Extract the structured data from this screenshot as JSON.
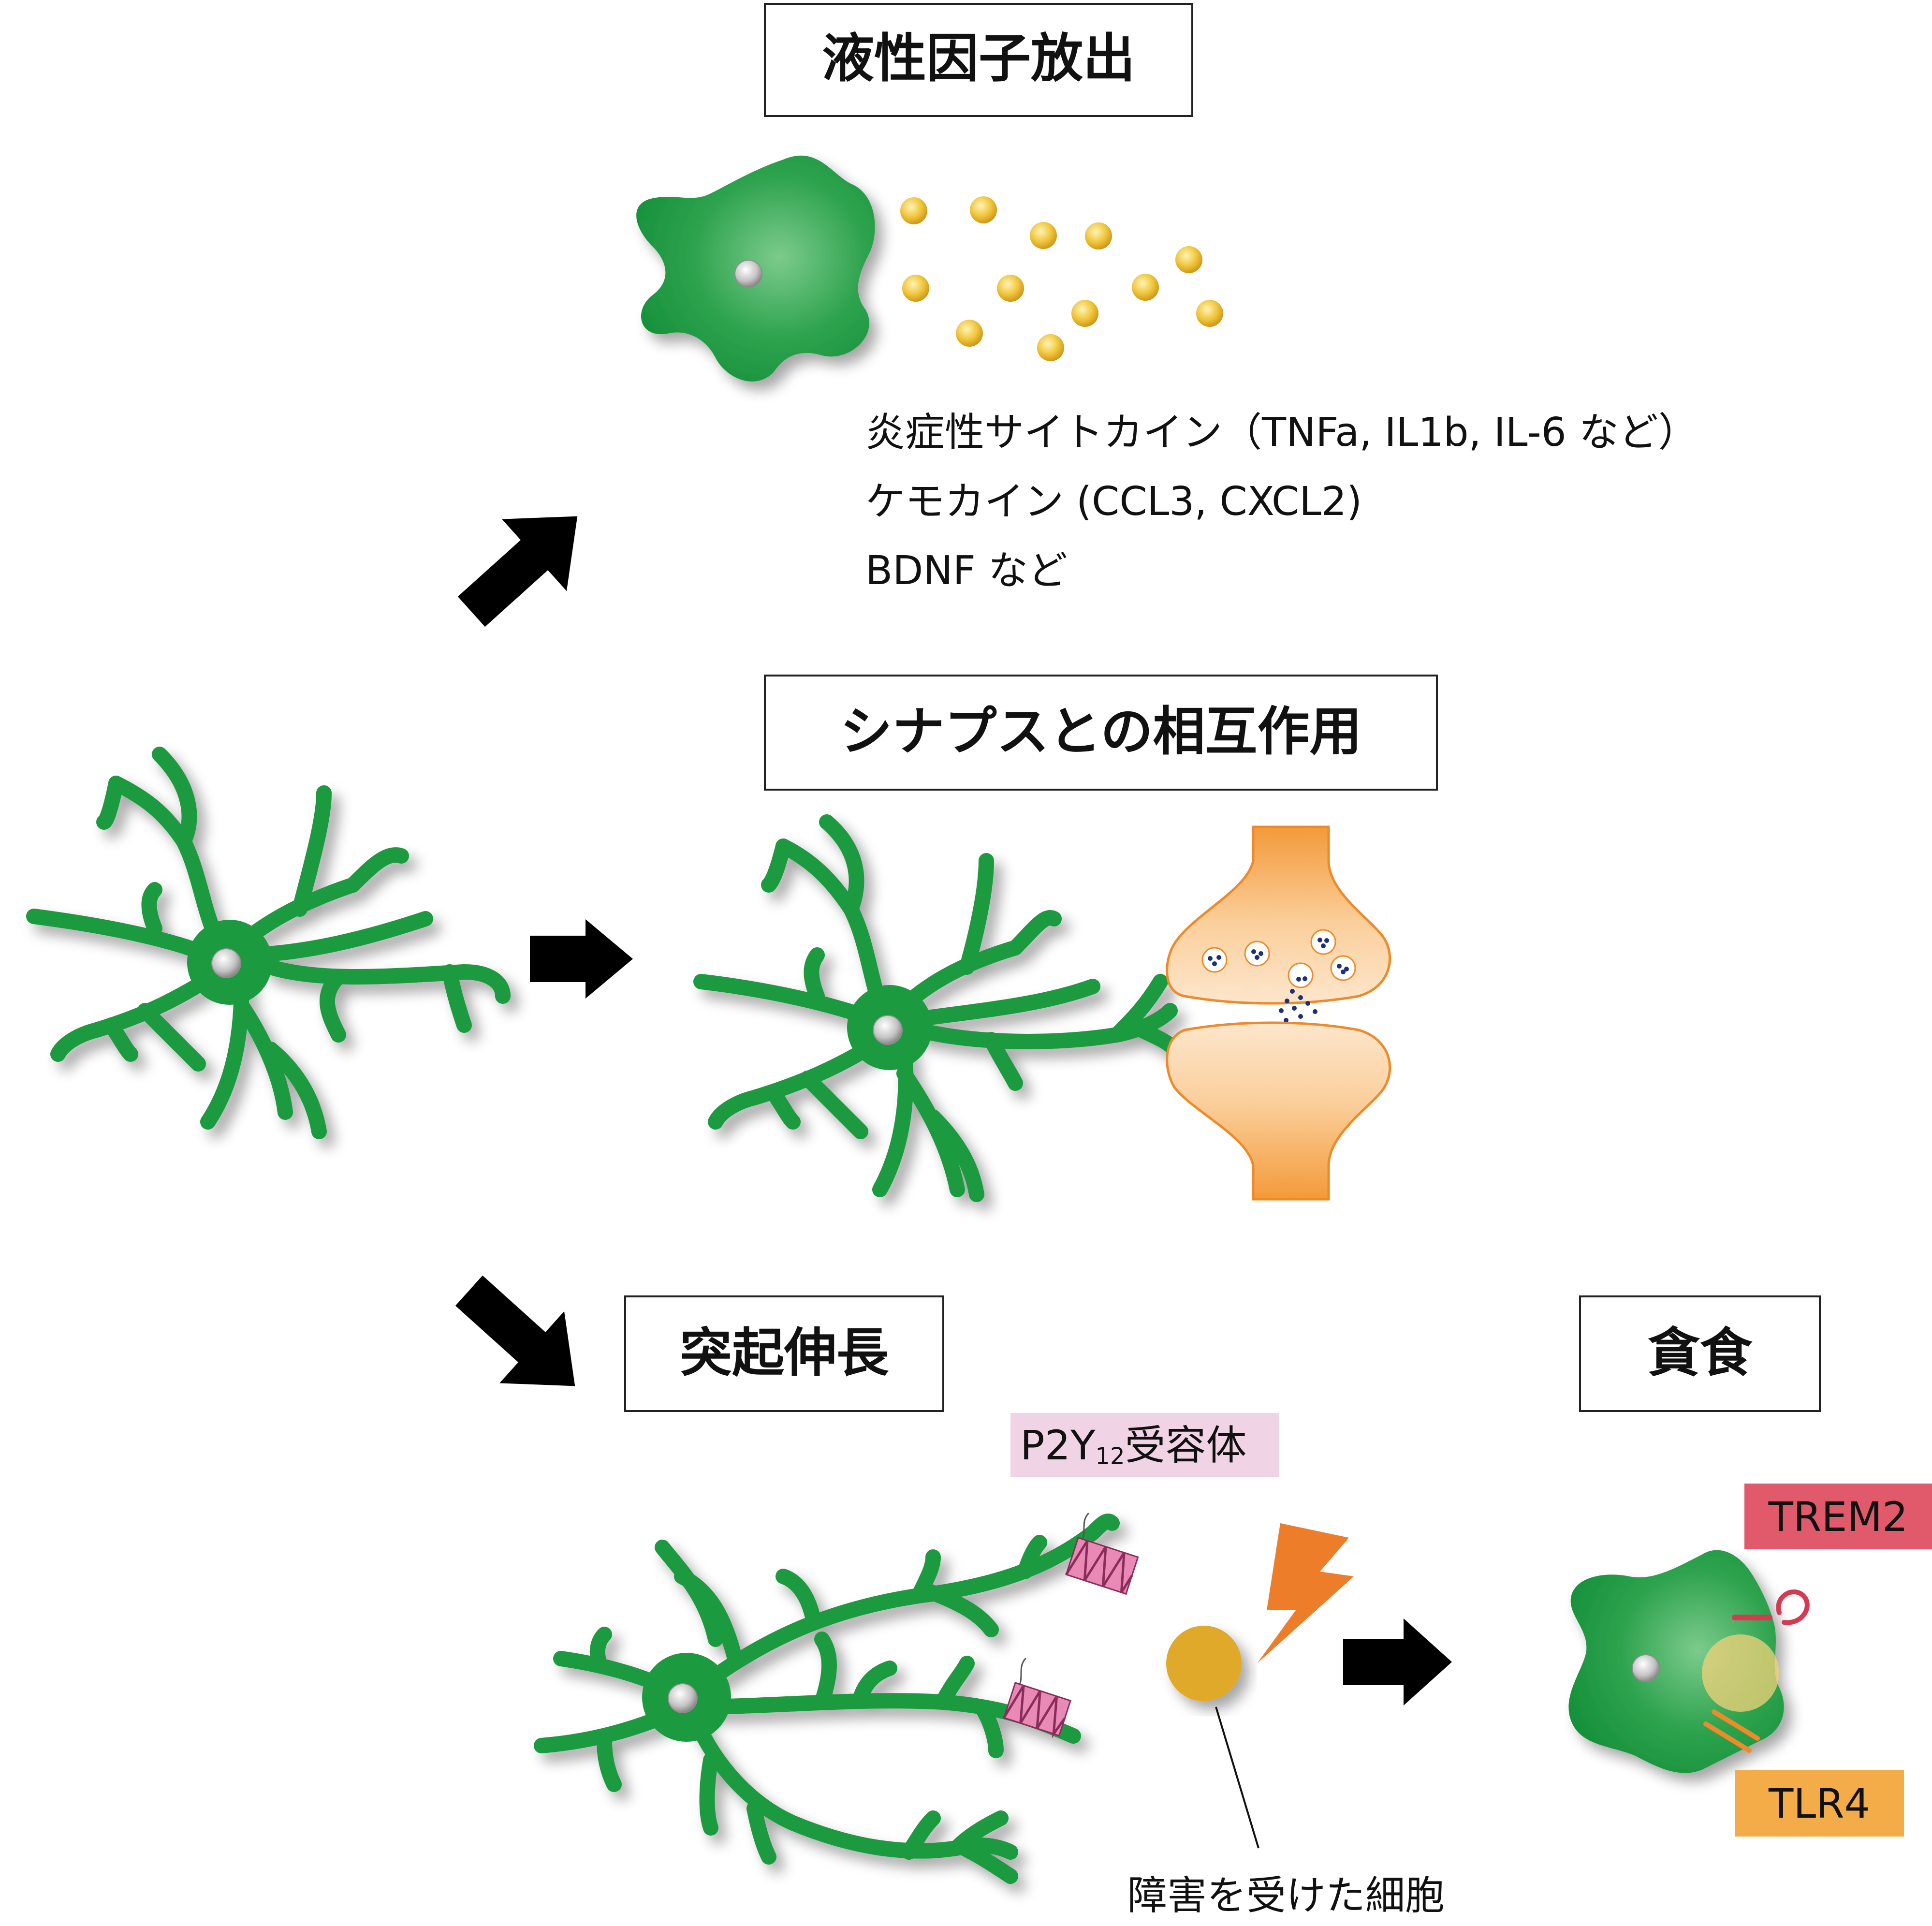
{
  "titles": {
    "secretion": "液性因子放出",
    "synapse": "シナプスとの相互作用",
    "extension": "突起伸長",
    "phagocytosis": "貪食"
  },
  "factors": {
    "line1": "炎症性サイトカイン（TNFa, IL1b, IL-6 など）",
    "line2": "ケモカイン (CCL3, CXCL2)",
    "line3": "BDNF など"
  },
  "labels": {
    "p2y_prefix": "P2Y",
    "p2y_sub": "12",
    "p2y_suffix": "受容体",
    "damaged_cell": "障害を受けた細胞",
    "trem2": "TREM2",
    "tlr4": "TLR4"
  },
  "colors": {
    "microglia_green": "#1b9a3f",
    "synapse_orange": "#f39a3a",
    "factor_gold": "#e8b528",
    "damaged_cell": "#e0a92a",
    "lightning": "#ee7d2a",
    "p2y_pink": "#e889b6",
    "p2y_tag_bg": "#f0d4e6",
    "trem2_bg": "#e05a6c",
    "tlr4_bg": "#f3ac48",
    "arrow": "#000000"
  }
}
